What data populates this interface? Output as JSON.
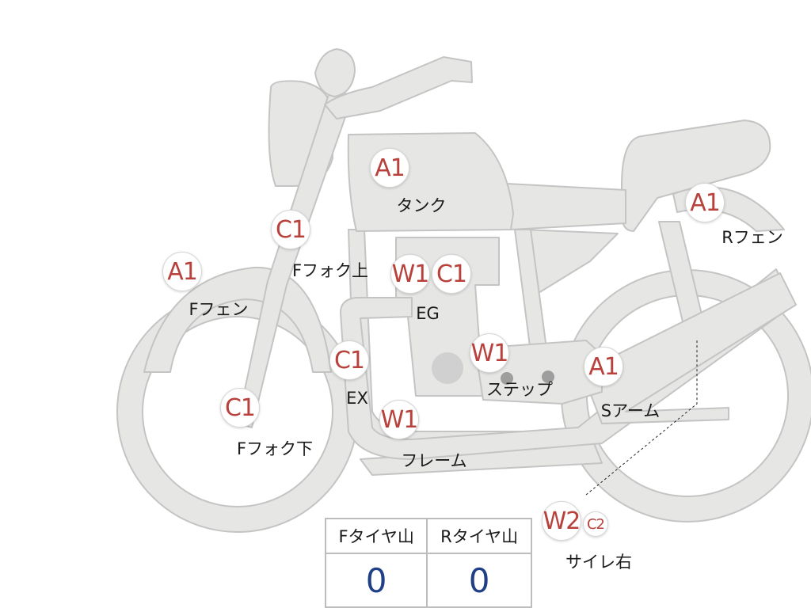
{
  "markers": [
    {
      "id": "tank",
      "code": "A1",
      "label": "タンク"
    },
    {
      "id": "r-fender",
      "code": "A1",
      "label": "Rフェン"
    },
    {
      "id": "f-fender",
      "code": "A1",
      "label": "Fフェン"
    },
    {
      "id": "f-fork-upper",
      "code": "C1",
      "label": "Fフォク上"
    },
    {
      "id": "eg-w",
      "code": "W1",
      "label": ""
    },
    {
      "id": "eg-c",
      "code": "C1",
      "label": "EG"
    },
    {
      "id": "ex",
      "code": "C1",
      "label": "EX"
    },
    {
      "id": "step",
      "code": "W1",
      "label": "ステップ"
    },
    {
      "id": "s-arm",
      "code": "A1",
      "label": "Sアーム"
    },
    {
      "id": "f-fork-lower",
      "code": "C1",
      "label": "Fフォク下"
    },
    {
      "id": "frame",
      "code": "W1",
      "label": "フレーム"
    },
    {
      "id": "muffler-w",
      "code": "W2",
      "label": ""
    },
    {
      "id": "muffler-c",
      "code": "C2",
      "label": "サイレ右"
    }
  ],
  "tire_table": {
    "headers": [
      "Fタイヤ山",
      "Rタイヤ山"
    ],
    "values": [
      "0",
      "0"
    ]
  },
  "colors": {
    "bike_fill": "#e6e6e4",
    "bike_stroke": "#c4c4c4",
    "code_text": "#b8413c",
    "tire_value": "#1f3f86"
  }
}
